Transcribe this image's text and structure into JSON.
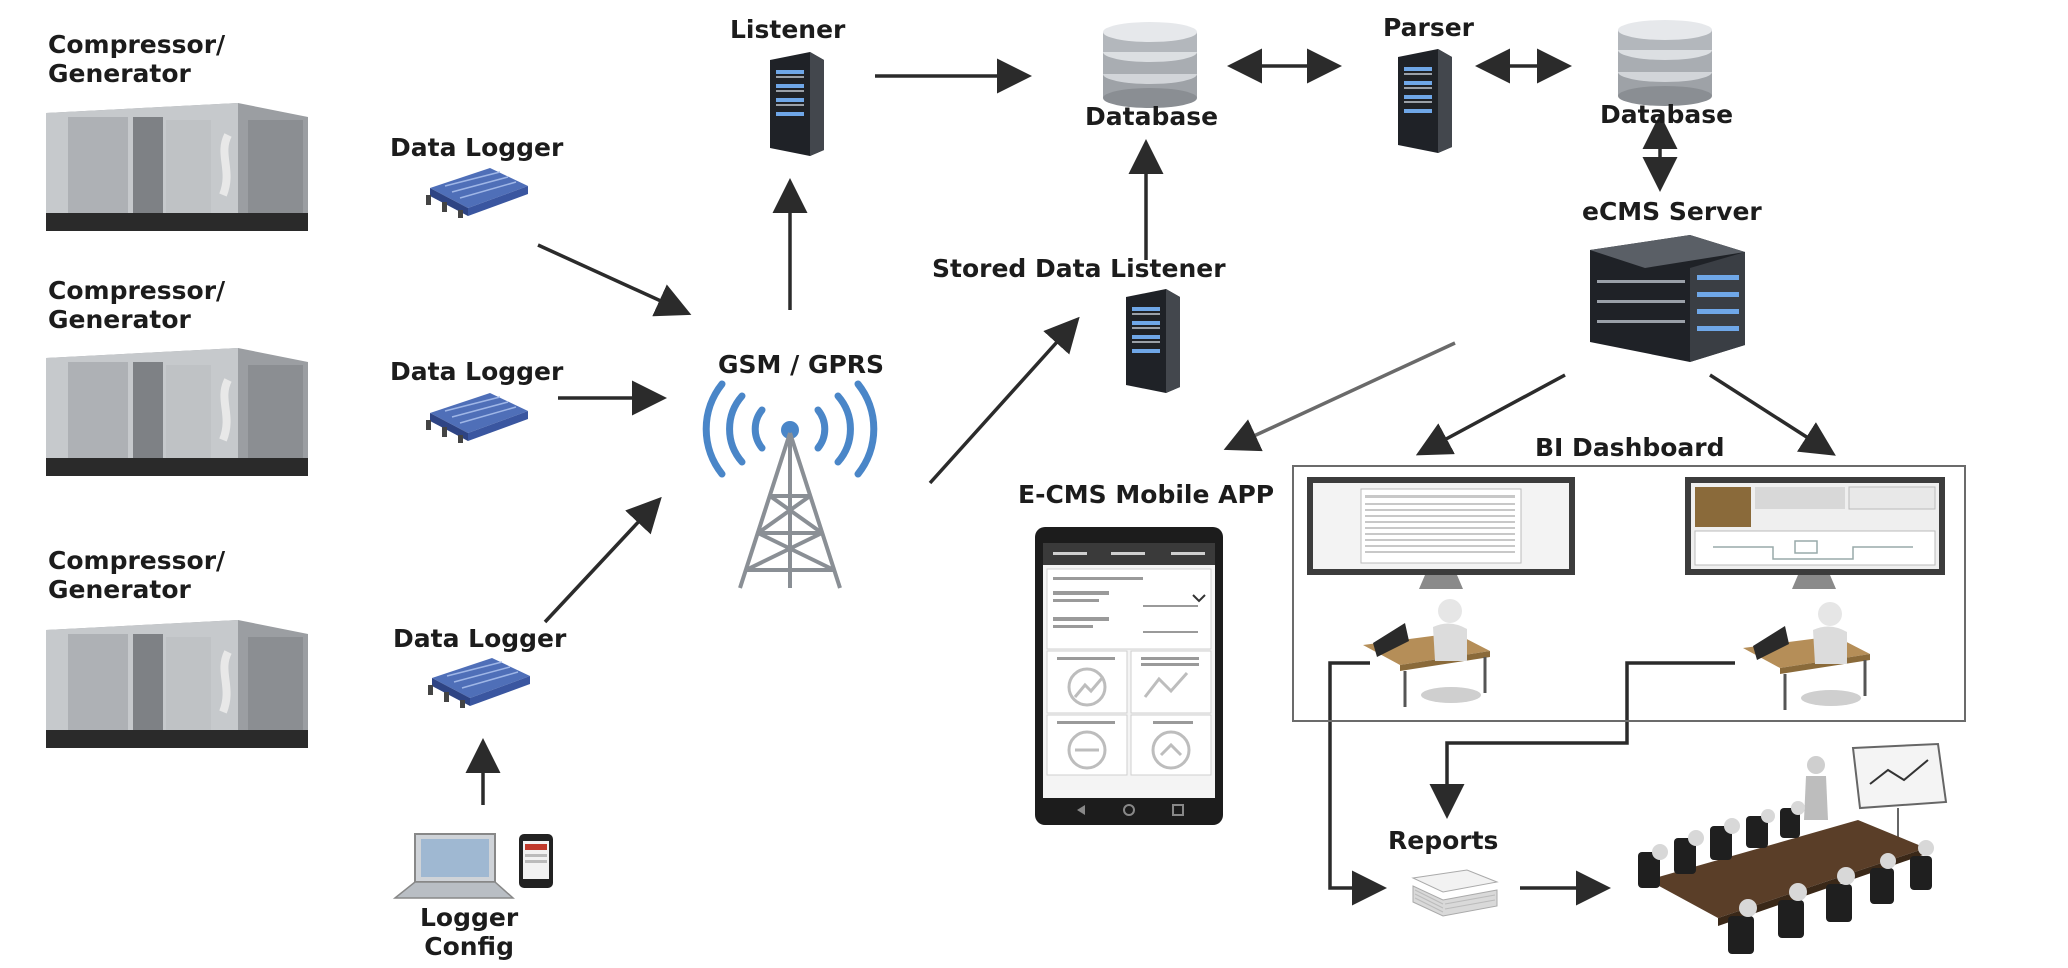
{
  "nodes": {
    "compressor_1": "Compressor/\nGenerator",
    "compressor_2": "Compressor/\nGenerator",
    "compressor_3": "Compressor/\nGenerator",
    "data_logger_1": "Data Logger",
    "data_logger_2": "Data Logger",
    "data_logger_3": "Data Logger",
    "logger_config": "Logger\nConfig",
    "listener": "Listener",
    "gsm_gprs": "GSM / GPRS",
    "database_1": "Database",
    "parser": "Parser",
    "database_2": "Database",
    "ecms_server": "eCMS Server",
    "stored_data_listener": "Stored Data Listener",
    "mobile_app": "E-CMS Mobile APP",
    "bi_dashboard": "BI Dashboard",
    "reports": "Reports"
  },
  "icons": [
    "compressor-unit-icon",
    "data-logger-icon",
    "laptop-icon",
    "phone-icon",
    "server-rack-icon",
    "database-cylinder-icon",
    "cell-tower-icon",
    "smartphone-app-icon",
    "monitor-icon",
    "desk-worker-icon",
    "report-stack-icon",
    "meeting-room-icon"
  ],
  "colors": {
    "text": "#1c1c1c",
    "arrow": "#2b2b2b",
    "signal": "#4a86c8",
    "server": "#2a2d33",
    "db": "#b9bcc0"
  }
}
